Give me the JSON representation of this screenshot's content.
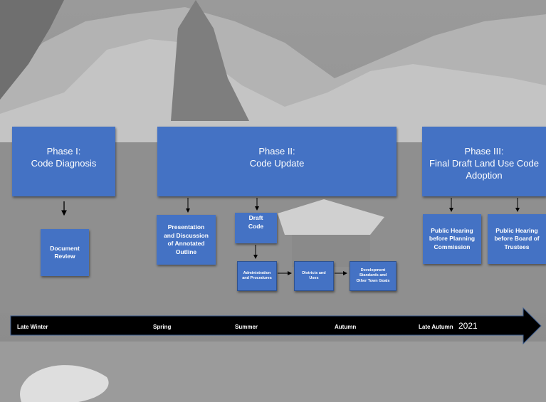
{
  "diagram": {
    "phases": [
      {
        "id": "phase1",
        "text": "Phase I:\nCode Diagnosis"
      },
      {
        "id": "phase2",
        "text": "Phase II:\nCode Update"
      },
      {
        "id": "phase3",
        "text": "Phase III:\nFinal Draft Land Use Code\nAdoption"
      }
    ],
    "tasks": {
      "document_review": "Document\nReview",
      "presentation": "Presentation\nand Discussion\nof Annotated\nOutline",
      "draft_code": "Draft\nCode",
      "admin": "Administration\nand Procedures",
      "districts": "Districts and\nUses",
      "development": "Development\nStandards and\nOther Town Goals",
      "hearing_planning": "Public Hearing\nbefore Planning\nCommission",
      "hearing_board": "Public Hearing\nbefore Board of\nTrustees"
    },
    "timeline": {
      "labels": [
        "Late Winter",
        "Spring",
        "Summer",
        "Autumn",
        "Late Autumn"
      ],
      "year": "2021"
    },
    "colors": {
      "box_fill": "#4472c4",
      "timeline": "#000000",
      "text": "#ffffff"
    }
  }
}
